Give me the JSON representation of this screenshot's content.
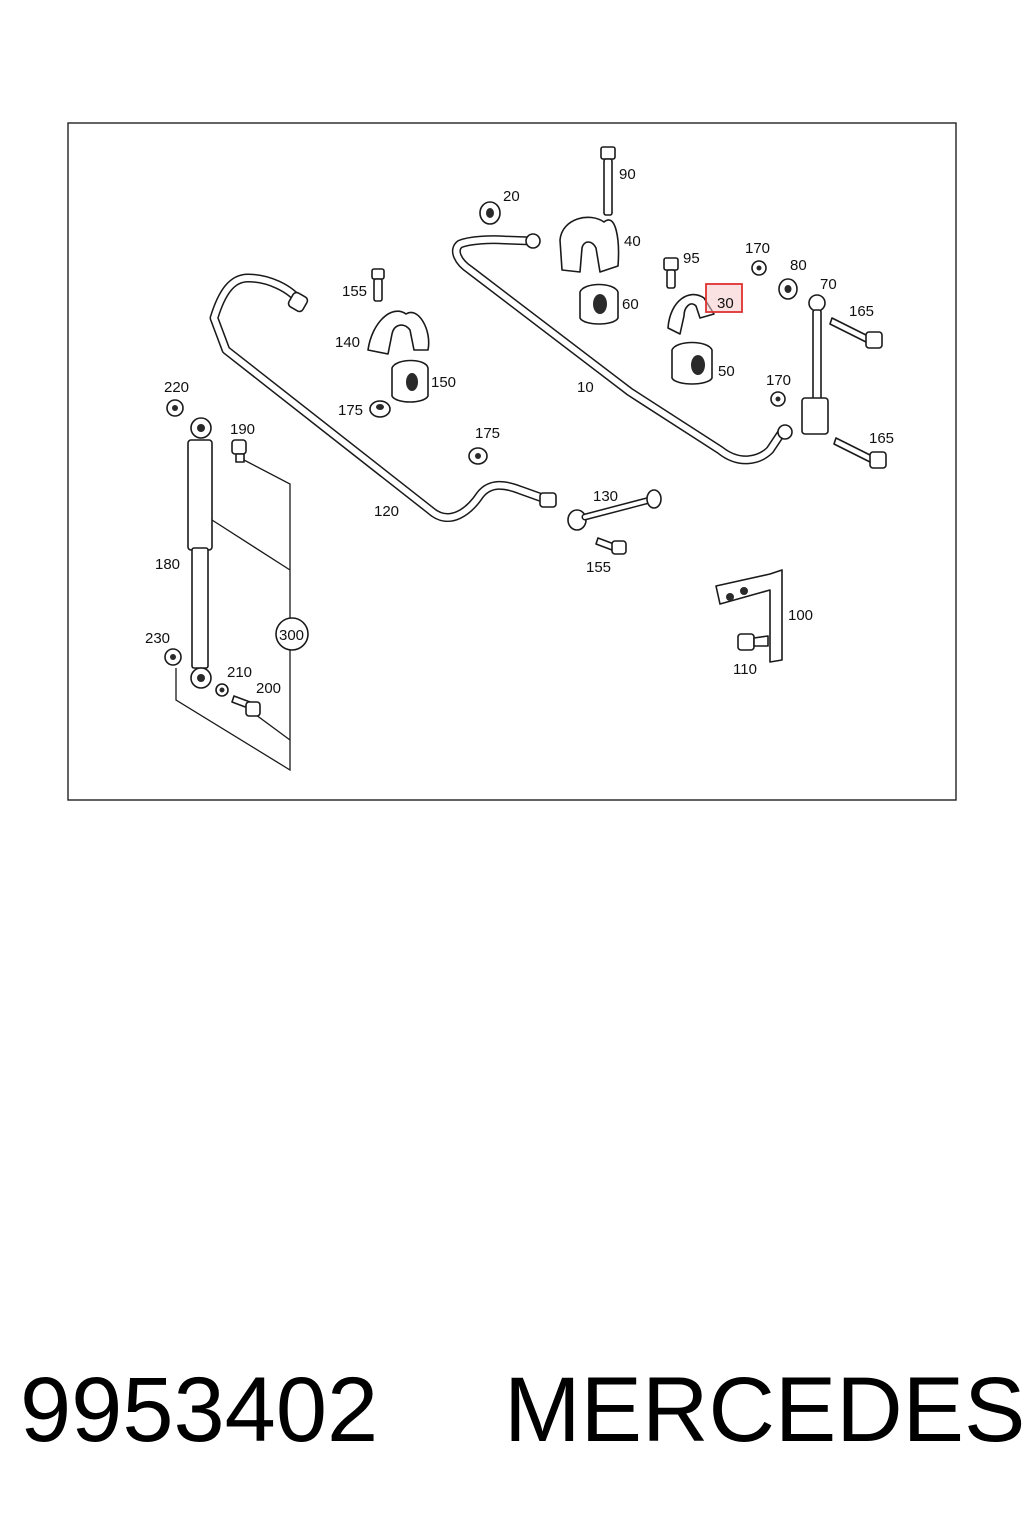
{
  "diagram": {
    "callouts": [
      "10",
      "20",
      "30",
      "40",
      "50",
      "60",
      "70",
      "80",
      "90",
      "95",
      "100",
      "110",
      "120",
      "130",
      "140",
      "150",
      "155",
      "155",
      "165",
      "165",
      "170",
      "170",
      "175",
      "175",
      "180",
      "190",
      "200",
      "210",
      "220",
      "230",
      "300"
    ],
    "highlighted_callout": "30",
    "highlight_color": "#e03030"
  },
  "footer": {
    "part_number": "9953402",
    "brand": "MERCEDES"
  }
}
